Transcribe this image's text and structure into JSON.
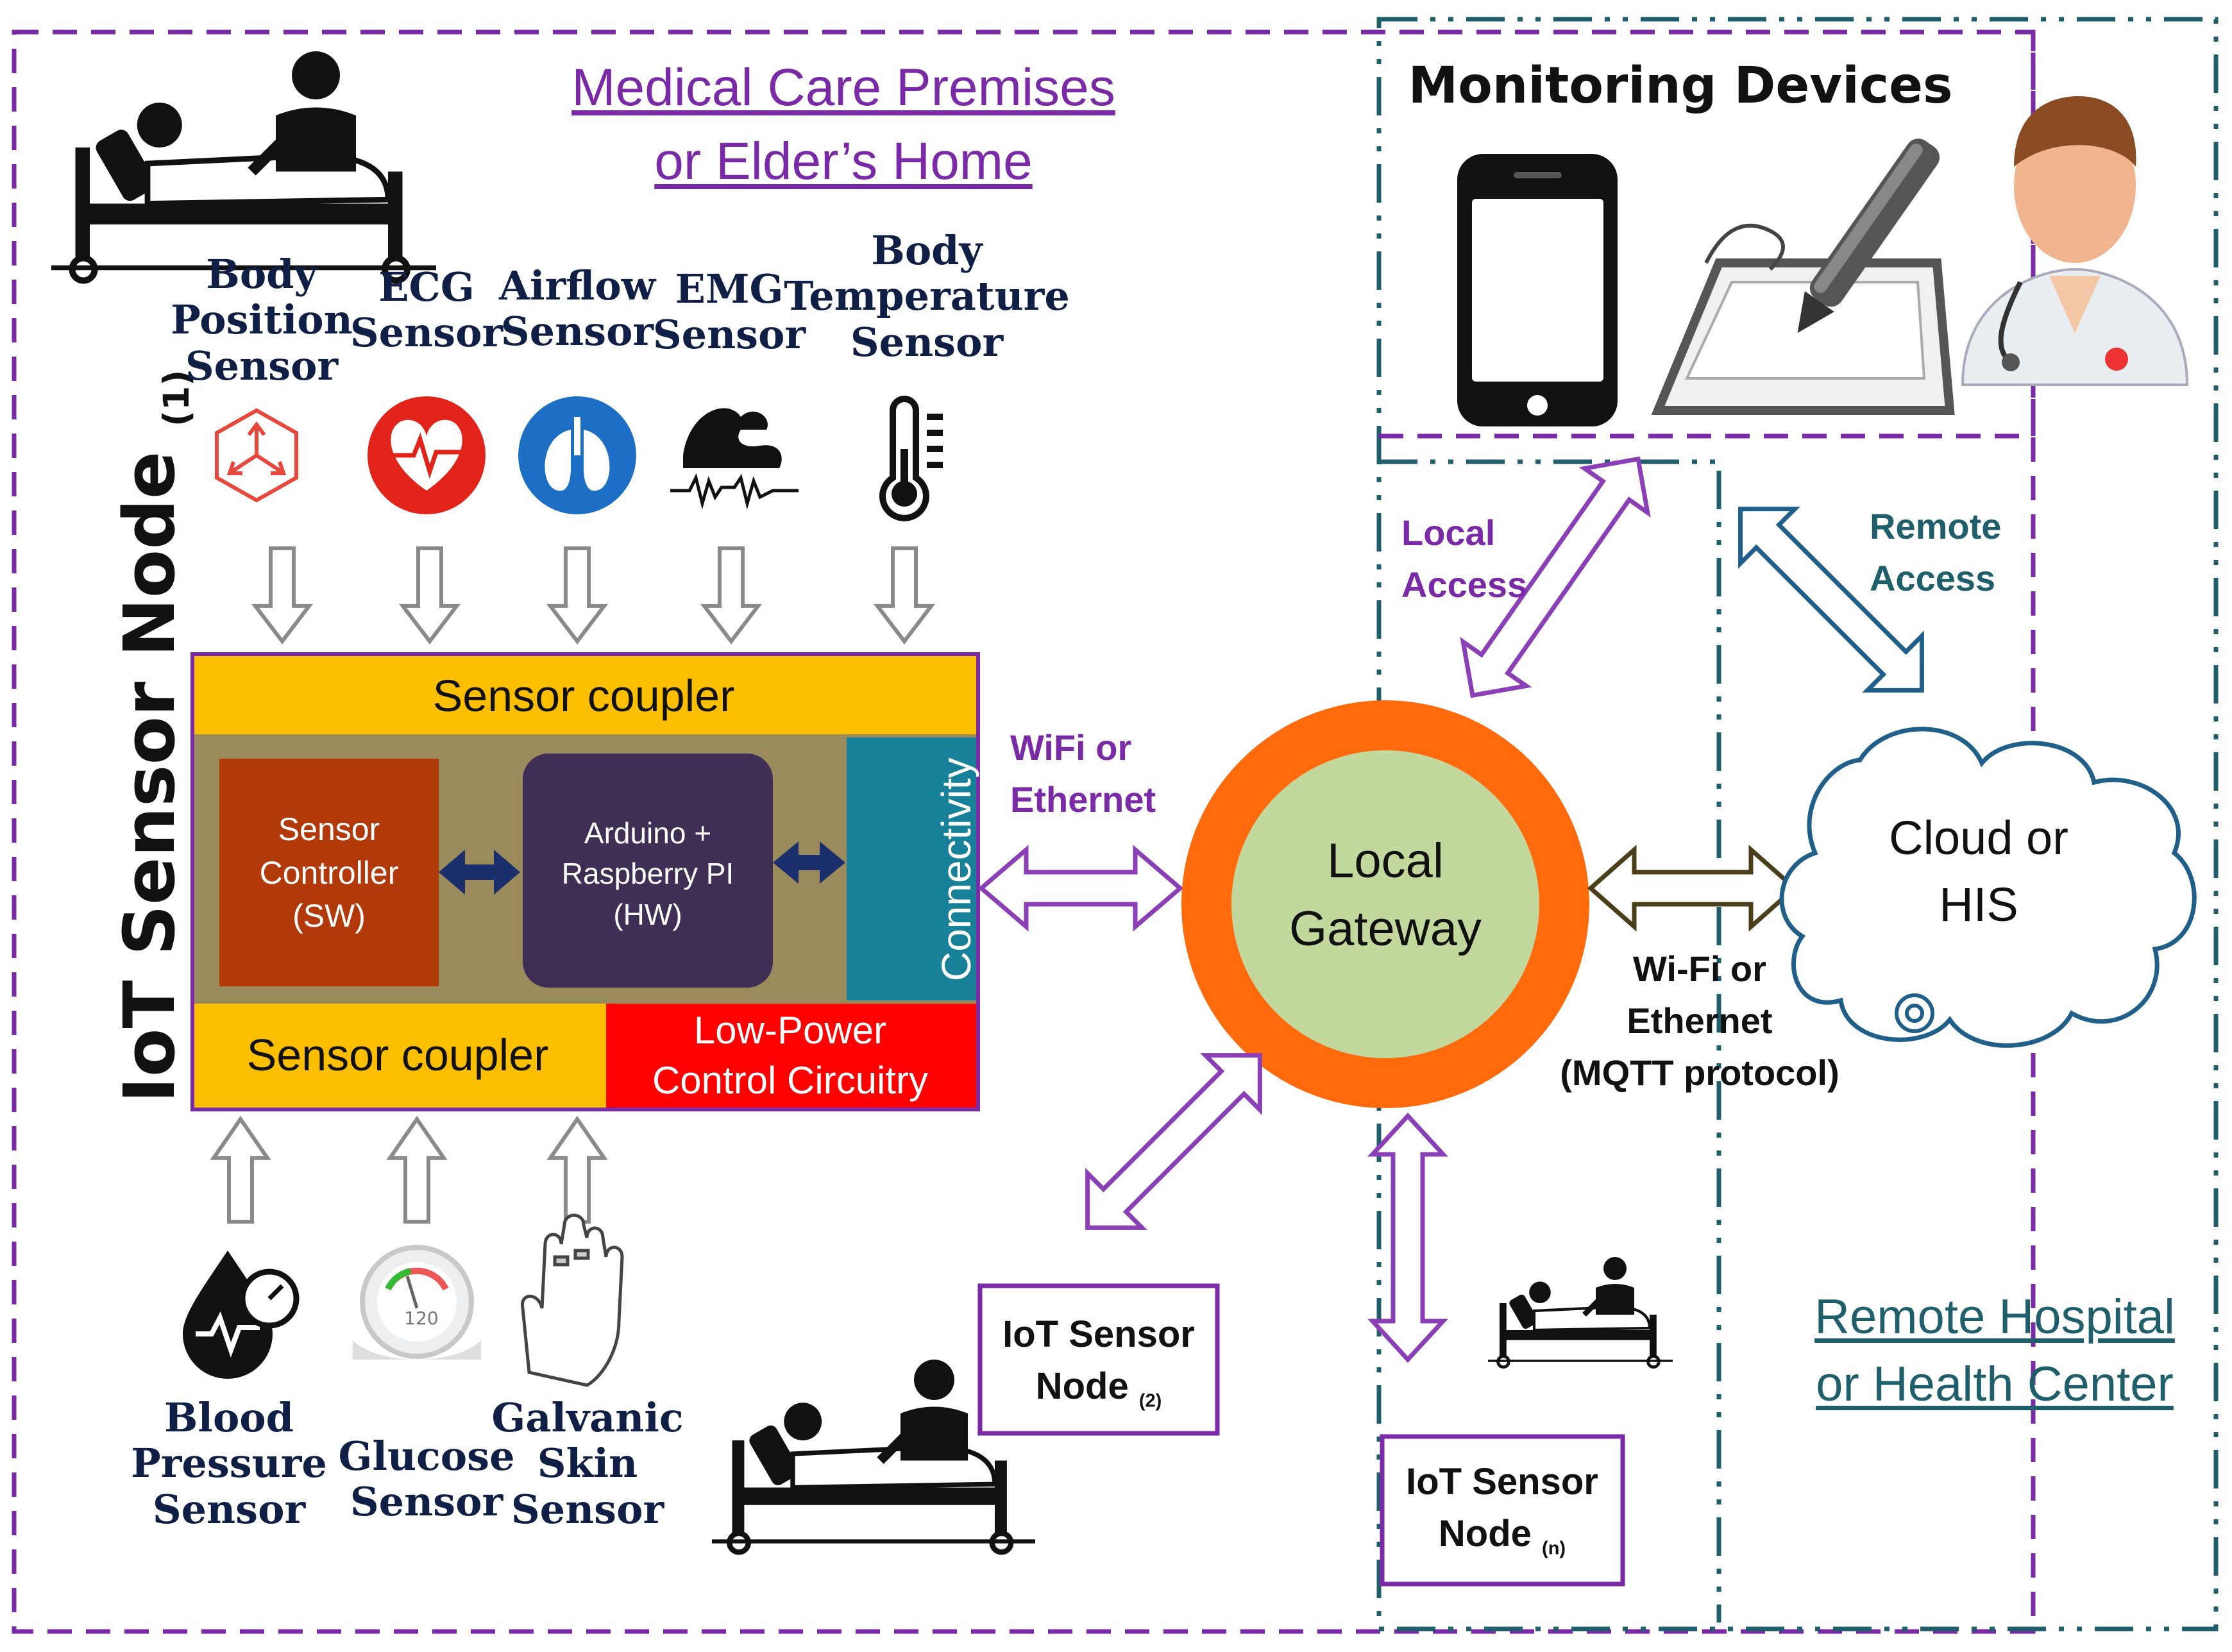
{
  "regions": {
    "premises": "Medical Care Premises",
    "premises_line2": "or Elder’s Home",
    "hospital": "Remote Hospital",
    "hospital_line2": "or Health Center",
    "monitoring": "Monitoring Devices"
  },
  "node_title": "IoT Sensor Node",
  "node_title_sub": "(1)",
  "top_sensors": [
    {
      "line1": "Body",
      "line2": "Position",
      "line3": "Sensor",
      "icon": "axes-icon"
    },
    {
      "line1": "ECG",
      "line2": "Sensor",
      "icon": "heart-ecg-icon"
    },
    {
      "line1": "Airflow",
      "line2": "Sensor",
      "icon": "lungs-icon"
    },
    {
      "line1": "EMG",
      "line2": "Sensor",
      "icon": "muscle-icon"
    },
    {
      "line1": "Body",
      "line2": "Temperature",
      "line3": "Sensor",
      "icon": "thermometer-icon"
    }
  ],
  "bottom_sensors": [
    {
      "line1": "Blood",
      "line2": "Pressure",
      "line3": "Sensor",
      "icon": "blood-pressure-icon"
    },
    {
      "line1": "Glucose",
      "line2": "Sensor",
      "icon": "glucose-meter-icon",
      "reading": "120"
    },
    {
      "line1": "Galvanic",
      "line2": "Skin",
      "line3": "Sensor",
      "icon": "hand-icon"
    }
  ],
  "node_blocks": {
    "coupler_top": "Sensor coupler",
    "coupler_bottom": "Sensor coupler",
    "controller": [
      "Sensor",
      "Controller",
      "(SW)"
    ],
    "arduino": [
      "Arduino +",
      "Raspberry PI",
      "(HW)"
    ],
    "connectivity": "Connectivity",
    "low_power": [
      "Low-Power",
      "Control Circuitry"
    ]
  },
  "links": {
    "wifi": [
      "WiFi or",
      "Ethernet"
    ],
    "local_access": [
      "Local",
      "Access"
    ],
    "remote_access": [
      "Remote",
      "Access"
    ],
    "wifi_mqtt": [
      "Wi-Fi or",
      "Ethernet",
      "(MQTT protocol)"
    ]
  },
  "gateway": [
    "Local",
    "Gateway"
  ],
  "cloud": [
    "Cloud or",
    "HIS"
  ],
  "other_nodes": [
    {
      "label": "IoT Sensor",
      "label2": "Node",
      "sub": "(2)"
    },
    {
      "label": "IoT Sensor",
      "label2": "Node",
      "sub": "(n)"
    }
  ],
  "colors": {
    "purple": "#7a2aa6",
    "teal": "#1f5f6c",
    "coupler": "#fbbf00",
    "controller": "#b23a0a",
    "arduino": "#3f2f55",
    "connectivity": "#18819a",
    "low_power": "#ff0000",
    "gateway_ring": "#ff6a0d",
    "gateway_core": "#c3d89c",
    "node_body": "#9a8a5c"
  }
}
